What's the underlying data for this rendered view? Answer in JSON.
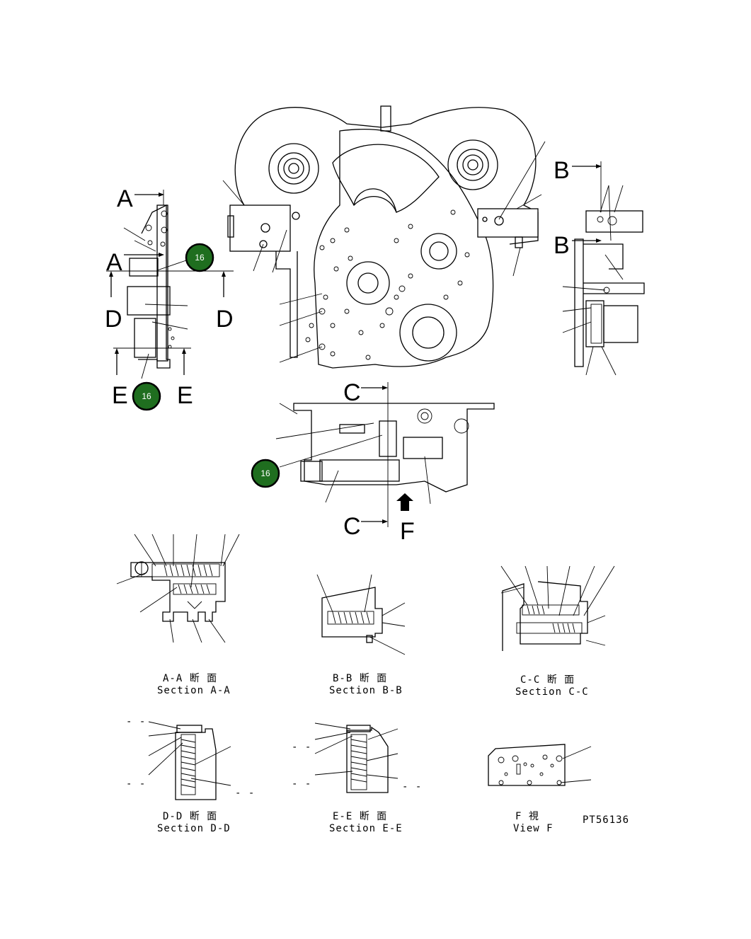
{
  "section_markers": {
    "A": "A",
    "B": "B",
    "C": "C",
    "D": "D",
    "E": "E",
    "F": "F"
  },
  "badges": [
    "16",
    "16",
    "16"
  ],
  "captions": {
    "aa": {
      "jp": "A-A 断 面",
      "en": "Section A-A"
    },
    "bb": {
      "jp": "B-B 断 面",
      "en": "Section B-B"
    },
    "cc": {
      "jp": "C-C 断 面",
      "en": "Section C-C"
    },
    "dd": {
      "jp": "D-D 断 面",
      "en": "Section D-D"
    },
    "ee": {
      "jp": "E-E 断 面",
      "en": "Section E-E"
    },
    "f": {
      "jp": "F 視",
      "en": "View F"
    }
  },
  "drawing_id": "PT56136",
  "dash_marks": {
    "dd_tl": "- -",
    "dd_br": "- -",
    "dd_bl": "- -",
    "ee_l1": "- -",
    "ee_l2": "- -",
    "ee_r": "- -"
  },
  "colors": {
    "badge": "#1f6e1f",
    "line": "#000000",
    "background": "#ffffff"
  }
}
